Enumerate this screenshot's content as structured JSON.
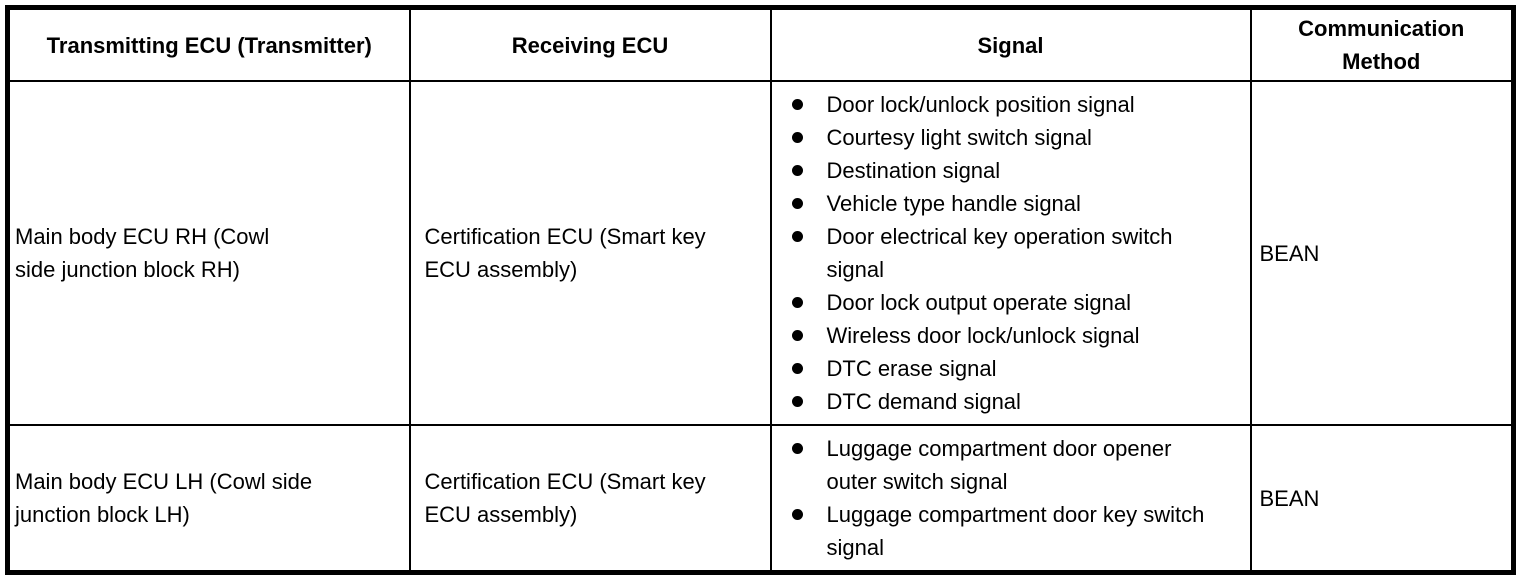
{
  "colors": {
    "border": "#000000",
    "background": "#ffffff",
    "text": "#000000"
  },
  "table": {
    "headers": {
      "transmitting_ecu": "Transmitting ECU (Transmitter)",
      "receiving_ecu": "Receiving ECU",
      "signal": "Signal",
      "communication_method": "Communication Method"
    },
    "rows": [
      {
        "transmitting_ecu": "Main body ECU RH (Cowl side junction block RH)",
        "receiving_ecu": "Certification ECU (Smart key ECU assembly)",
        "signals": [
          "Door lock/unlock position signal",
          "Courtesy light switch signal",
          "Destination signal",
          "Vehicle type handle signal",
          "Door electrical key operation switch signal",
          "Door lock output operate signal",
          "Wireless door lock/unlock signal",
          "DTC erase signal",
          "DTC demand signal"
        ],
        "communication_method": "BEAN"
      },
      {
        "transmitting_ecu": "Main body ECU LH (Cowl side junction block LH)",
        "receiving_ecu": "Certification ECU (Smart key ECU assembly)",
        "signals": [
          "Luggage compartment door opener outer switch signal",
          "Luggage compartment door key switch signal"
        ],
        "communication_method": "BEAN"
      }
    ]
  }
}
